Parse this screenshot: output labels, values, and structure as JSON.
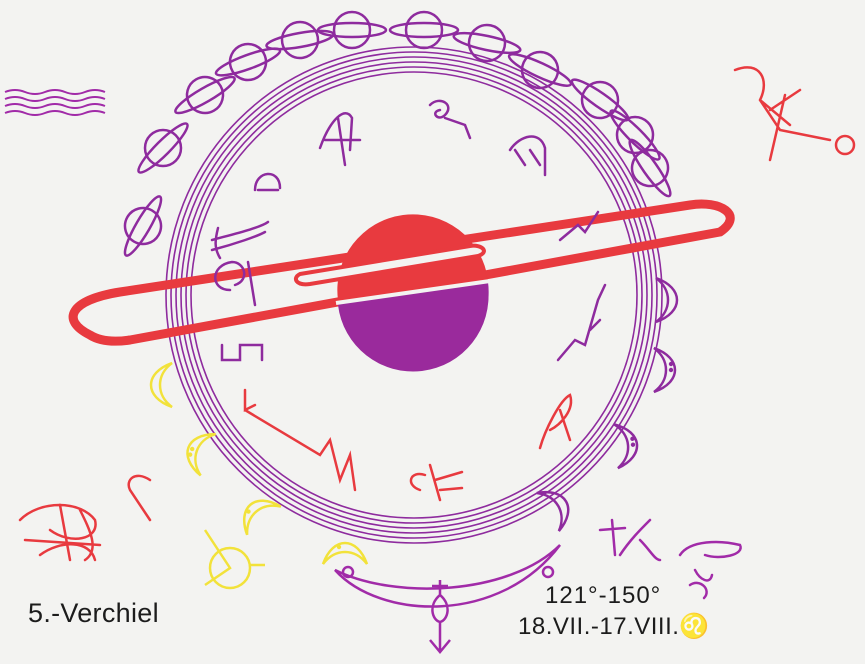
{
  "caption": {
    "name": "5.-Verchiel",
    "degrees": "121°-150°",
    "dates": "18.VII.-17.VIII.♌"
  },
  "colors": {
    "purple": "#8e2b9e",
    "red": "#e83a3f",
    "yellow": "#f2e23a",
    "magenta": "#a12ba8",
    "background": "#f3f3f1"
  },
  "symbols": {
    "ringed_planets": "saturn-like-icon",
    "crescents": "crescent-moon-icon",
    "central_body": "sun-planet-icon",
    "sigils": "angelic-sigil-icon"
  }
}
